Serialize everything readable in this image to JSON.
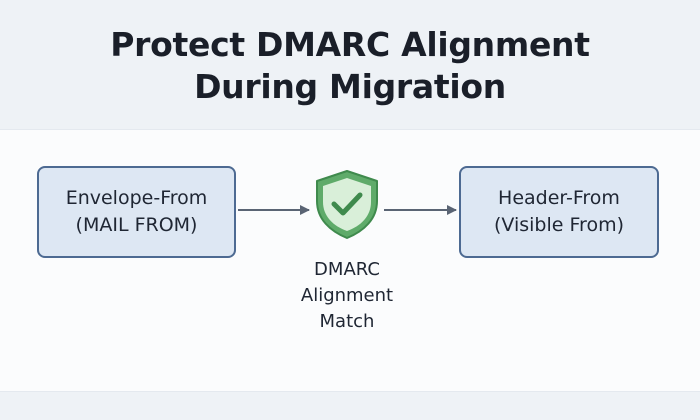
{
  "title": {
    "line1": "Protect DMARC Alignment",
    "line2": "During Migration"
  },
  "nodes": {
    "left": {
      "line1": "Envelope-From",
      "line2": "(MAIL FROM)"
    },
    "right": {
      "line1": "Header-From",
      "line2": "(Visible From)"
    }
  },
  "center": {
    "icon": "shield-check-icon",
    "label_line1": "DMARC",
    "label_line2": "Alignment",
    "label_line3": "Match"
  },
  "colors": {
    "box_fill": "#dde7f3",
    "box_border": "#4d6a92",
    "shield_fill": "#5fab6a",
    "arrow": "#5a6474"
  }
}
